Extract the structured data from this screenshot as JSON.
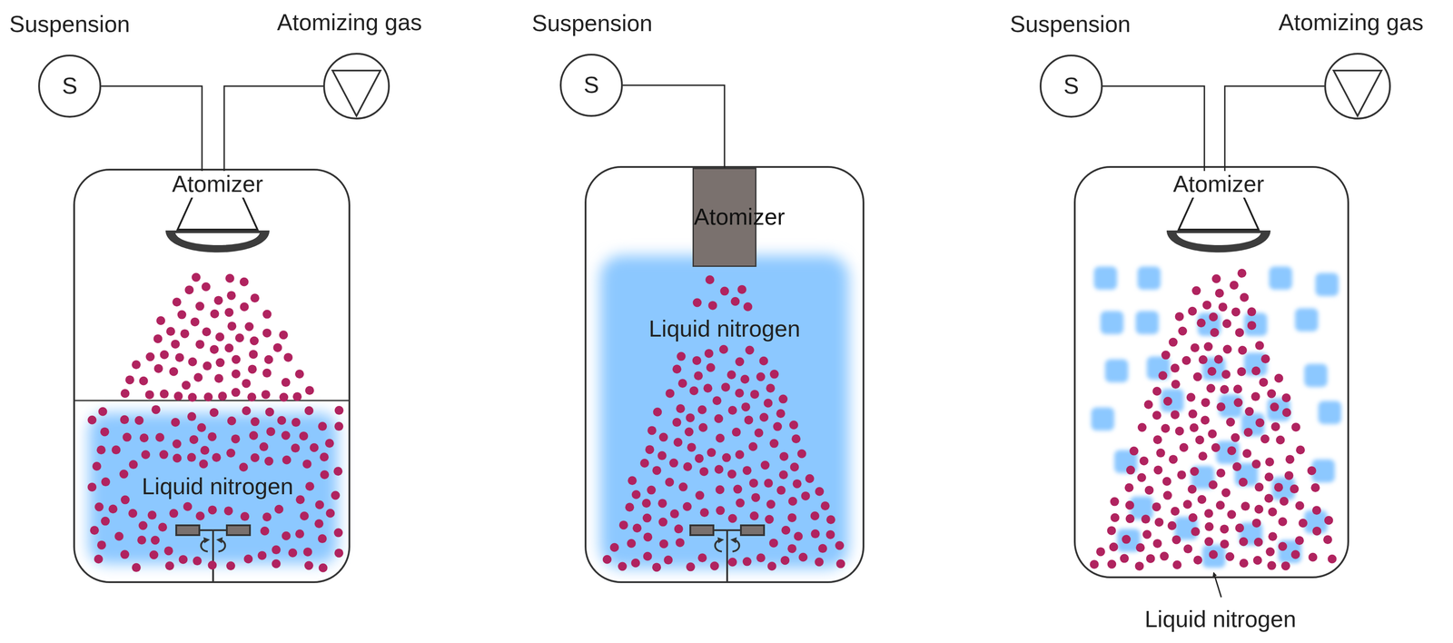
{
  "diagram": {
    "nodes": [
      {
        "text": [
          "Suspension",
          "S"
        ]
      },
      {
        "text": [
          "Atomizing gas"
        ]
      },
      {
        "text": [
          "Atomizer"
        ]
      },
      {
        "text": [
          "Liquid nitrogen"
        ]
      },
      {
        "text": [
          "Suspension",
          "S"
        ]
      },
      {
        "text": [
          "Atomizer"
        ]
      },
      {
        "text": [
          "Liquid nitrogen"
        ]
      },
      {
        "text": [
          "Suspension",
          "S"
        ]
      },
      {
        "text": [
          "Atomizing gas"
        ]
      },
      {
        "text": [
          "Atomizer"
        ]
      }
    ],
    "edges": [
      {
        "from": 0,
        "to": 2,
        "arrow": "none"
      },
      {
        "from": 1,
        "to": 2,
        "arrow": "none"
      },
      {
        "from": 4,
        "to": 5,
        "arrow": "none"
      },
      {
        "from": 7,
        "to": 9,
        "arrow": "none"
      },
      {
        "from": 8,
        "to": 9,
        "arrow": "none"
      }
    ],
    "labels": [
      "Liquid nitrogen"
    ]
  }
}
